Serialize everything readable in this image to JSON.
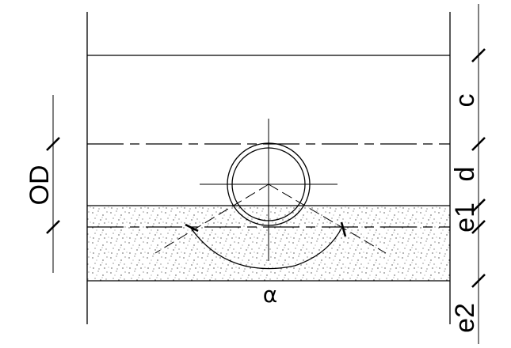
{
  "labels": {
    "c": "c",
    "d": "d",
    "e1": "e1",
    "e2": "e2",
    "od": "OD",
    "alpha": "α"
  }
}
